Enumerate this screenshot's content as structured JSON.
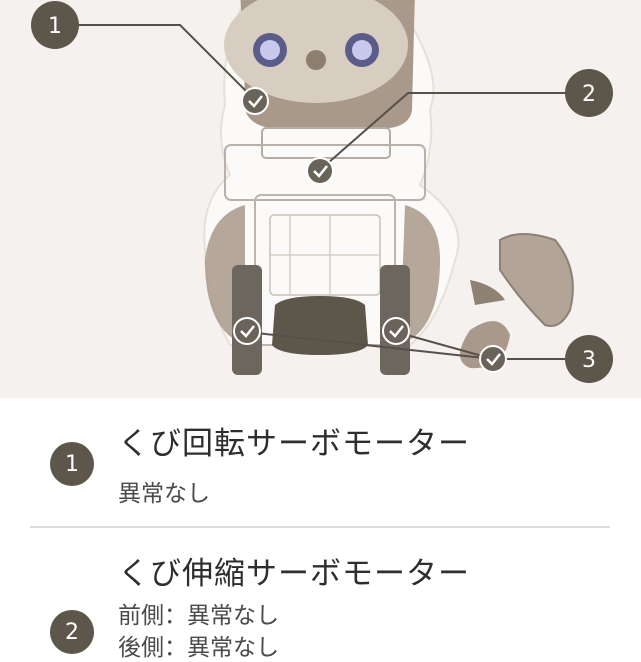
{
  "callouts": [
    {
      "number": "1"
    },
    {
      "number": "2"
    },
    {
      "number": "3"
    }
  ],
  "items": [
    {
      "number": "1",
      "title": "くび回転サーボモーター",
      "status": "異常なし"
    },
    {
      "number": "2",
      "title": "くび伸縮サーボモーター",
      "status": "前側：異常なし",
      "status2": "後側：異常なし"
    }
  ],
  "colors": {
    "badge": "#5d564b",
    "background": "#f4f1ee",
    "robot_head": "#a8998a",
    "robot_face": "#d8cdc1"
  }
}
